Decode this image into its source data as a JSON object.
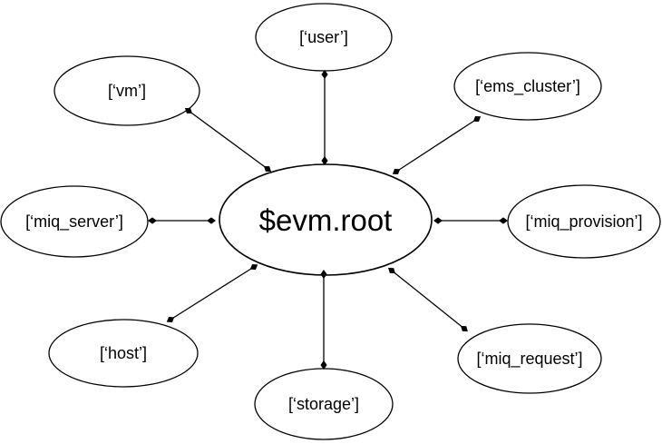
{
  "diagram": {
    "center": {
      "id": "evm-root",
      "label": "$evm.root"
    },
    "nodes": [
      {
        "id": "user",
        "label": "[‘user’]"
      },
      {
        "id": "vm",
        "label": "[‘vm’]"
      },
      {
        "id": "ems_cluster",
        "label": "[‘ems_cluster’]"
      },
      {
        "id": "miq_server",
        "label": "[‘miq_server’]"
      },
      {
        "id": "miq_provision",
        "label": "[‘miq_provision’]"
      },
      {
        "id": "host",
        "label": "[‘host’]"
      },
      {
        "id": "storage",
        "label": "[‘storage’]"
      },
      {
        "id": "miq_request",
        "label": "[‘miq_request’]"
      }
    ],
    "edges": [
      {
        "from": "$evm.root",
        "to": "[‘user’]",
        "ends": "diamond-both"
      },
      {
        "from": "$evm.root",
        "to": "[‘vm’]",
        "ends": "diamond-both"
      },
      {
        "from": "$evm.root",
        "to": "[‘ems_cluster’]",
        "ends": "diamond-both"
      },
      {
        "from": "$evm.root",
        "to": "[‘miq_server’]",
        "ends": "diamond-both"
      },
      {
        "from": "$evm.root",
        "to": "[‘miq_provision’]",
        "ends": "diamond-both"
      },
      {
        "from": "$evm.root",
        "to": "[‘host’]",
        "ends": "diamond-both"
      },
      {
        "from": "$evm.root",
        "to": "[‘storage’]",
        "ends": "diamond-both"
      },
      {
        "from": "$evm.root",
        "to": "[‘miq_request’]",
        "ends": "diamond-both"
      }
    ],
    "colors": {
      "background": "#ffffff",
      "stroke": "#000000",
      "text": "#000000"
    }
  }
}
